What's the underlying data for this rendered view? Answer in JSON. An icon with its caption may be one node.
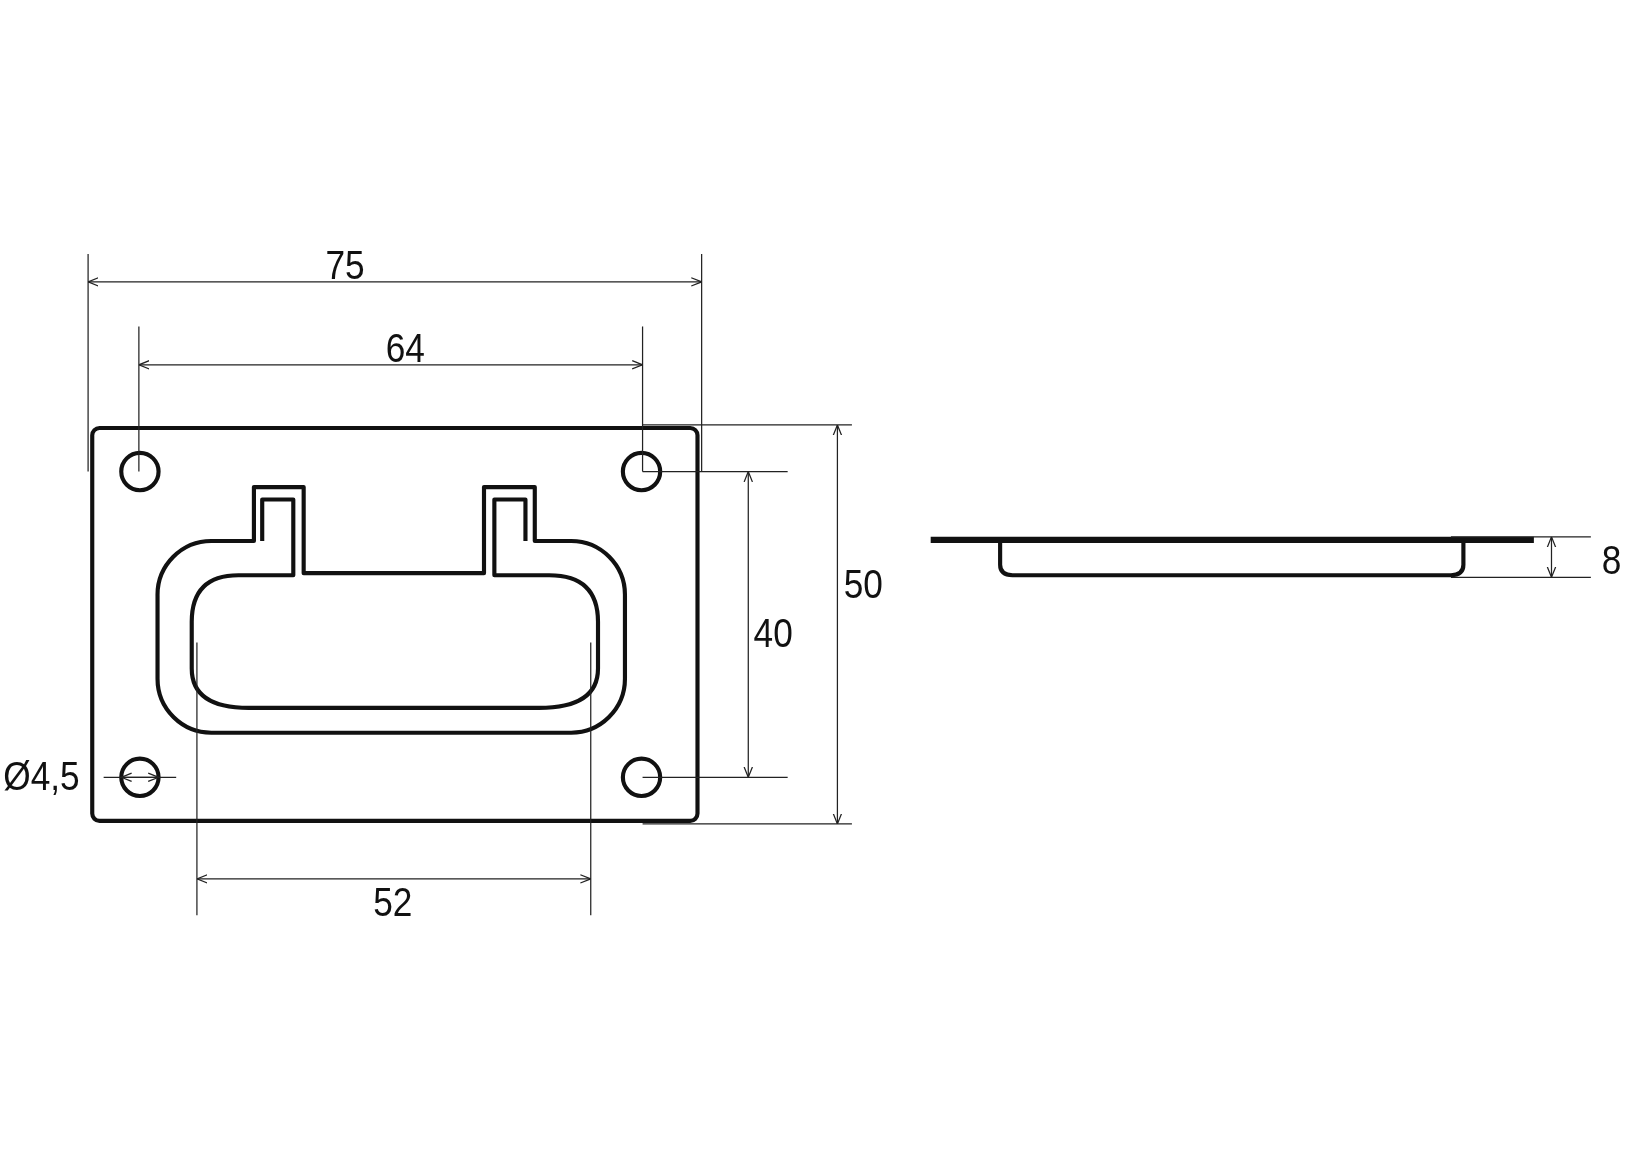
{
  "diagram": {
    "labels": [
      "75",
      "64",
      "8",
      "50",
      "40",
      "Ø4,5",
      "52"
    ]
  }
}
